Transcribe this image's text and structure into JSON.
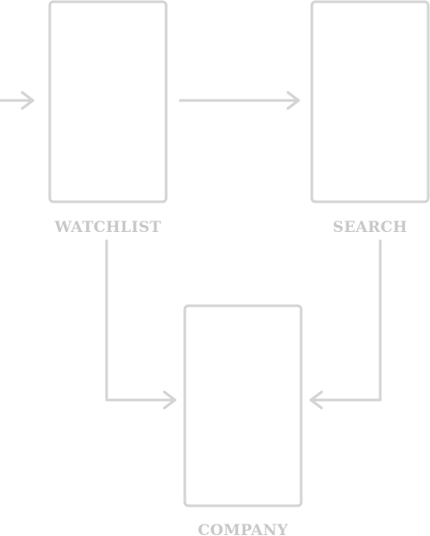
{
  "screens": {
    "watchlist": {
      "label": "WATCHLIST"
    },
    "search": {
      "label": "SEARCH"
    },
    "company": {
      "label": "COMPANY"
    }
  },
  "connections": [
    {
      "from": "entry",
      "to": "watchlist"
    },
    {
      "from": "watchlist",
      "to": "search"
    },
    {
      "from": "watchlist",
      "to": "company"
    },
    {
      "from": "search",
      "to": "company"
    }
  ],
  "colors": {
    "stroke": "#d4d4d4",
    "label": "#c8c8c8",
    "background": "#ffffff"
  }
}
